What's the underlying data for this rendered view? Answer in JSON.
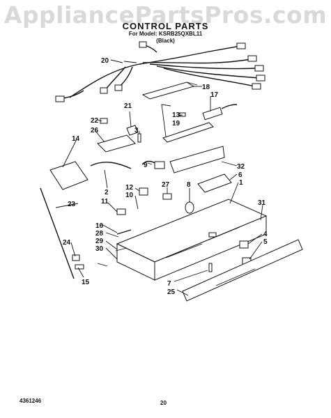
{
  "watermark": "AppliancePartsPros.com",
  "header": {
    "title": "CONTROL PARTS",
    "model_line": "For Model: KSRB25QXBL11",
    "color_line": "(Black)"
  },
  "footer": {
    "doc_number": "4361246",
    "page_number": "20"
  },
  "callouts": {
    "c20": "20",
    "c18": "18",
    "c17": "17",
    "c19": "19",
    "c21": "21",
    "c13": "13",
    "c3": "3",
    "c22": "22",
    "c26": "26",
    "c14": "14",
    "c9": "9",
    "c32": "32",
    "c6": "6",
    "c1": "1",
    "c2": "2",
    "c12": "12",
    "c10": "10",
    "c27": "27",
    "c8": "8",
    "c11": "11",
    "c23": "23",
    "c31": "31",
    "c16": "16",
    "c28": "28",
    "c29": "29",
    "c30": "30",
    "c24": "24",
    "c15": "15",
    "c4": "4",
    "c5": "5",
    "c7": "7",
    "c25": "25"
  }
}
